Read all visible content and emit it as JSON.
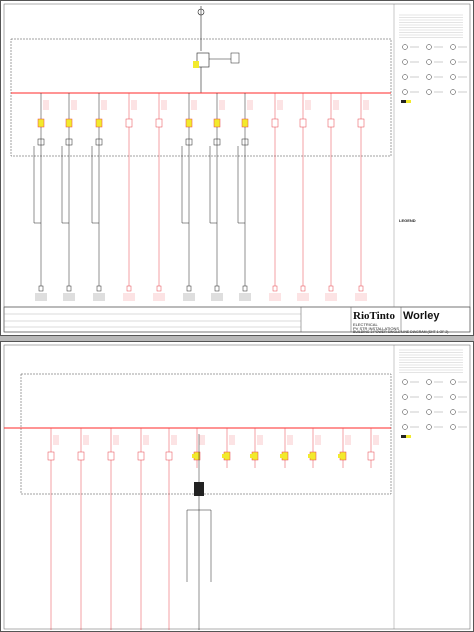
{
  "title_block": {
    "logo_primary": "RioTinto",
    "logo_secondary": "Worley",
    "title_line_1": "ELECTRICAL",
    "title_line_2": "PV STR INSTALLATIONS",
    "title_line_3": "BUILDING 3 POWER SINGLE LINE DIAGRAM (SHT 1 OF 2)"
  },
  "legend": {
    "heading": "LEGEND"
  },
  "colors": {
    "bus": "#ff2a2a",
    "feeder_red": "#e8434a",
    "breaker_yellow": "#f2ea2c",
    "line_dark": "#222222",
    "frame": "#555555"
  }
}
